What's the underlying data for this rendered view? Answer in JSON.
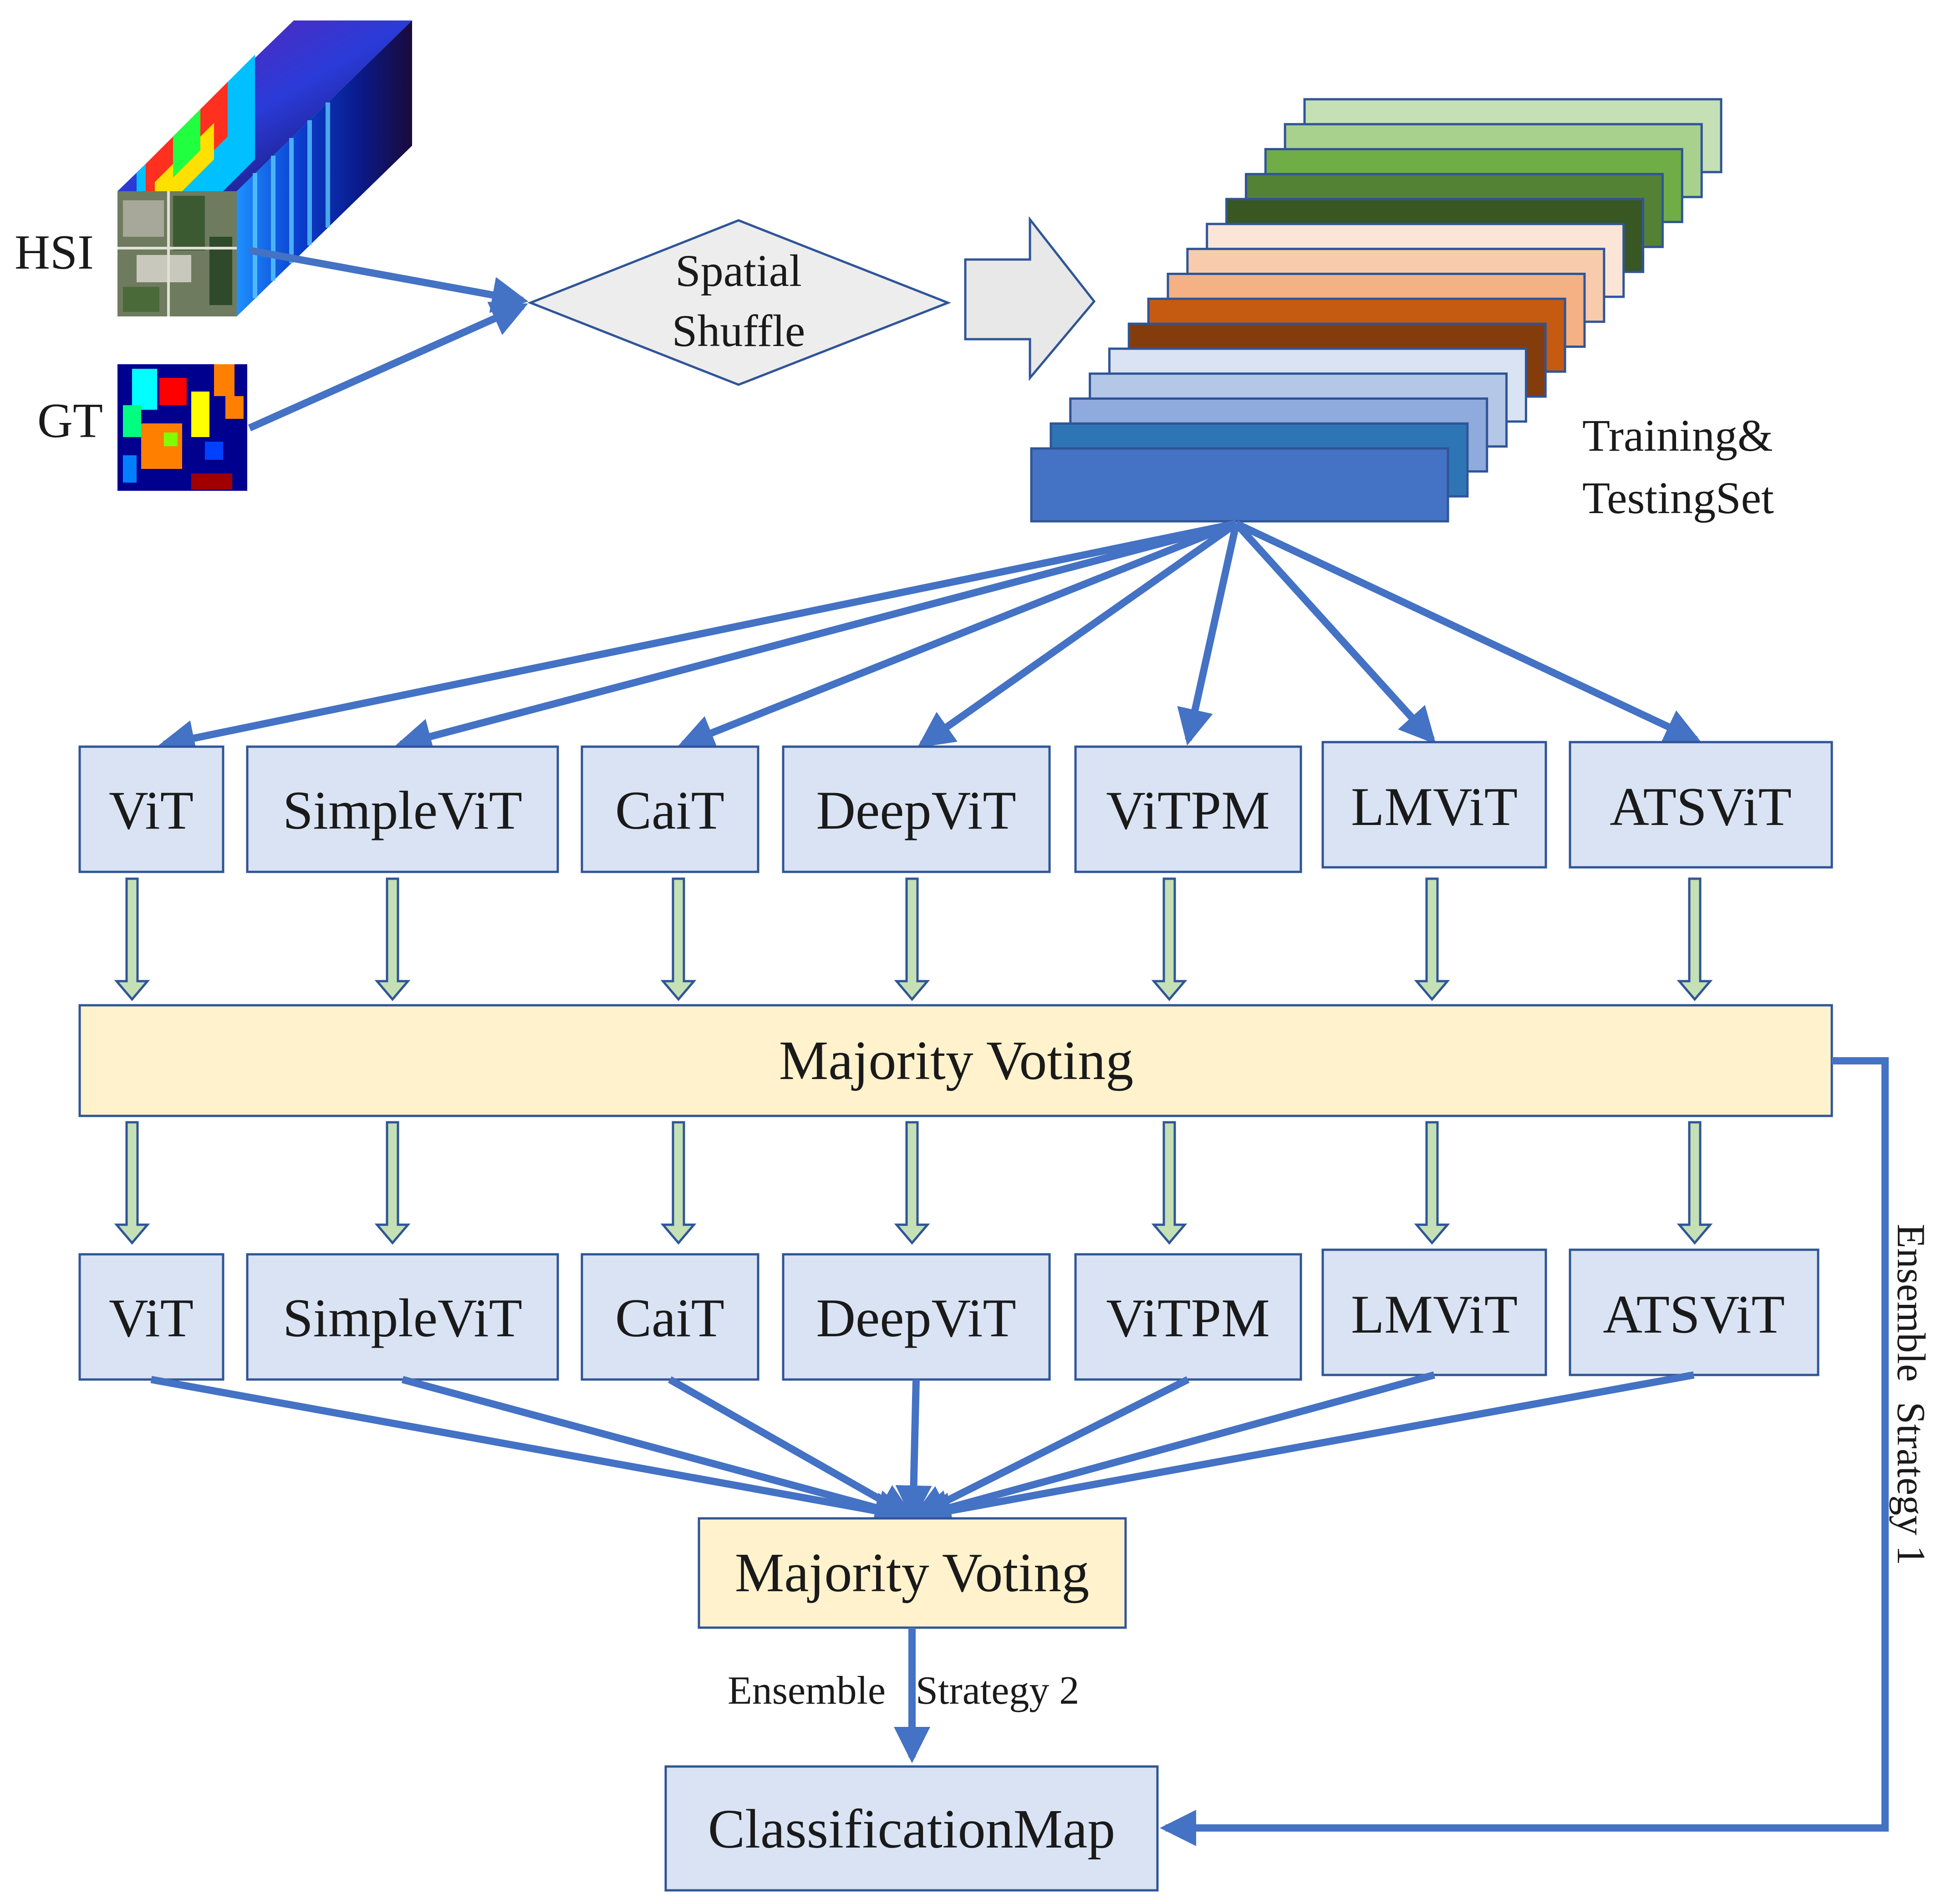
{
  "inputs": {
    "hsi_label": "HSI",
    "gt_label": "GT"
  },
  "shuffle": {
    "line1": "Spatial",
    "line2": "Shuffle"
  },
  "dataset": {
    "line1": "Training&",
    "line2": "TestingSet",
    "slab_colors": [
      "#c5e0b4",
      "#a9d18e",
      "#70ad47",
      "#548235",
      "#385723",
      "#fbe5d6",
      "#f8cbad",
      "#f4b183",
      "#c55a11",
      "#843c0c",
      "#dae3f3",
      "#b4c7e7",
      "#8faadc",
      "#2e75b6",
      "#4472c4"
    ]
  },
  "models_top": [
    "ViT",
    "SimpleViT",
    "CaiT",
    "DeepViT",
    "ViTPM",
    "LMViT",
    "ATSViT"
  ],
  "models_bottom": [
    "ViT",
    "SimpleViT",
    "CaiT",
    "DeepViT",
    "ViTPM",
    "LMViT",
    "ATSViT"
  ],
  "voting_wide": "Majority Voting",
  "voting_small": "Majority Voting",
  "strategy1": "Ensemble  Strategy 1",
  "strategy2": "Ensemble   Strategy 2",
  "output": "ClassificationMap",
  "colors": {
    "arrow_blue": "#4472c4",
    "box_fill": "#dae3f3",
    "box_stroke": "#2f5597",
    "voting_fill": "#fff2cc",
    "green_arrow_fill": "#c5e0b4",
    "diamond_fill": "#ededed"
  }
}
